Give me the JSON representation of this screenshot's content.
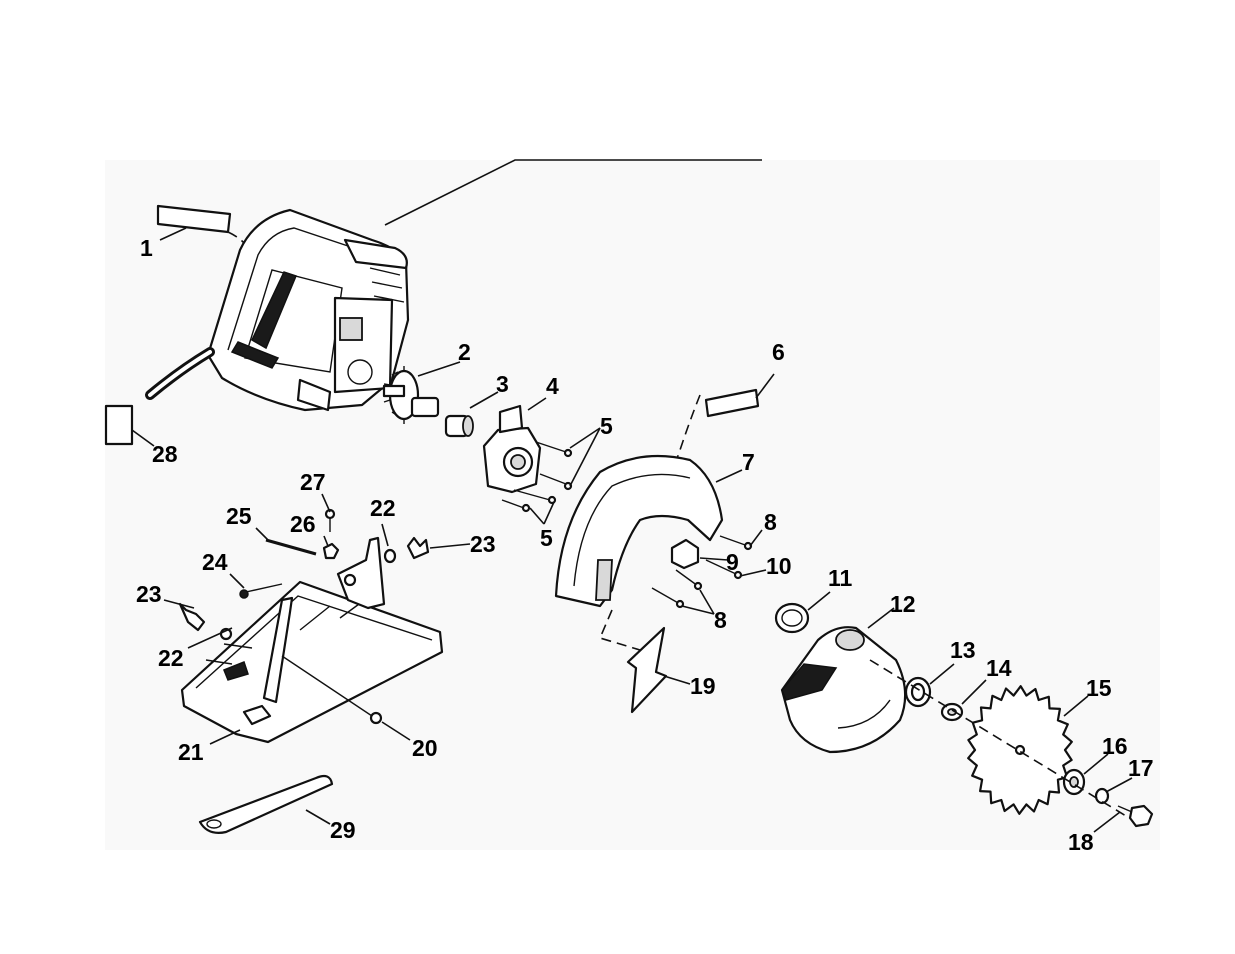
{
  "diagram": {
    "callouts": [
      {
        "id": "c1",
        "label": "1"
      },
      {
        "id": "c2",
        "label": "2"
      },
      {
        "id": "c3",
        "label": "3"
      },
      {
        "id": "c4",
        "label": "4"
      },
      {
        "id": "c5a",
        "label": "5"
      },
      {
        "id": "c5b",
        "label": "5"
      },
      {
        "id": "c6",
        "label": "6"
      },
      {
        "id": "c7",
        "label": "7"
      },
      {
        "id": "c8a",
        "label": "8"
      },
      {
        "id": "c8b",
        "label": "8"
      },
      {
        "id": "c9",
        "label": "9"
      },
      {
        "id": "c10",
        "label": "10"
      },
      {
        "id": "c11",
        "label": "11"
      },
      {
        "id": "c12",
        "label": "12"
      },
      {
        "id": "c13",
        "label": "13"
      },
      {
        "id": "c14",
        "label": "14"
      },
      {
        "id": "c15",
        "label": "15"
      },
      {
        "id": "c16",
        "label": "16"
      },
      {
        "id": "c17",
        "label": "17"
      },
      {
        "id": "c18",
        "label": "18"
      },
      {
        "id": "c19",
        "label": "19"
      },
      {
        "id": "c20",
        "label": "20"
      },
      {
        "id": "c21",
        "label": "21"
      },
      {
        "id": "c22a",
        "label": "22"
      },
      {
        "id": "c22b",
        "label": "22"
      },
      {
        "id": "c23a",
        "label": "23"
      },
      {
        "id": "c23b",
        "label": "23"
      },
      {
        "id": "c24",
        "label": "24"
      },
      {
        "id": "c25",
        "label": "25"
      },
      {
        "id": "c26",
        "label": "26"
      },
      {
        "id": "c27",
        "label": "27"
      },
      {
        "id": "c28",
        "label": "28"
      },
      {
        "id": "c29",
        "label": "29"
      }
    ]
  }
}
